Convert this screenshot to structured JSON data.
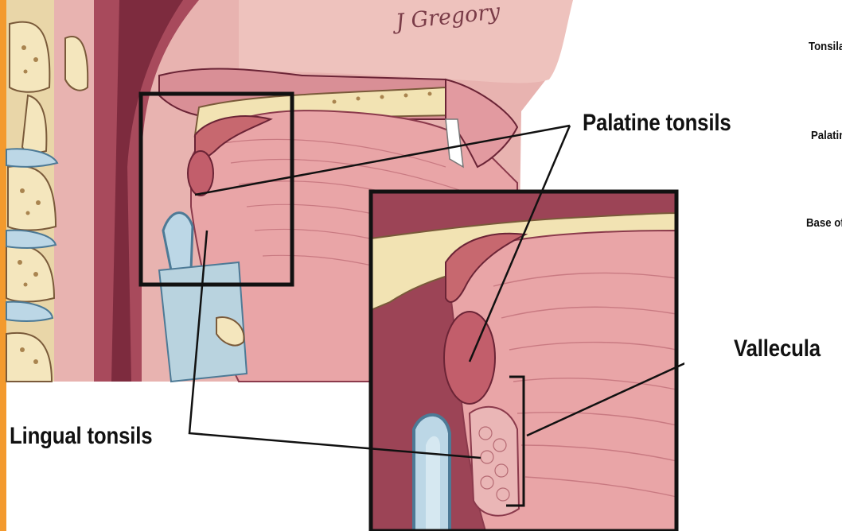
{
  "illustration": {
    "signature": "J Gregory",
    "labels": {
      "palatine_tonsils": "Palatine tonsils",
      "lingual_tonsils": "Lingual tonsils",
      "vallecula": "Vallecula"
    }
  },
  "side_labels": [
    "Tonsilar",
    "Palatine",
    "Base of"
  ],
  "colors": {
    "accent_bar": "#f39a2e",
    "tissue_dark": "#7d2b3e",
    "tissue_mid": "#a84a5c",
    "tissue_light": "#e9a5a7",
    "bone": "#f2e3b3",
    "disc": "#bcd7e6",
    "outline": "#111111"
  }
}
